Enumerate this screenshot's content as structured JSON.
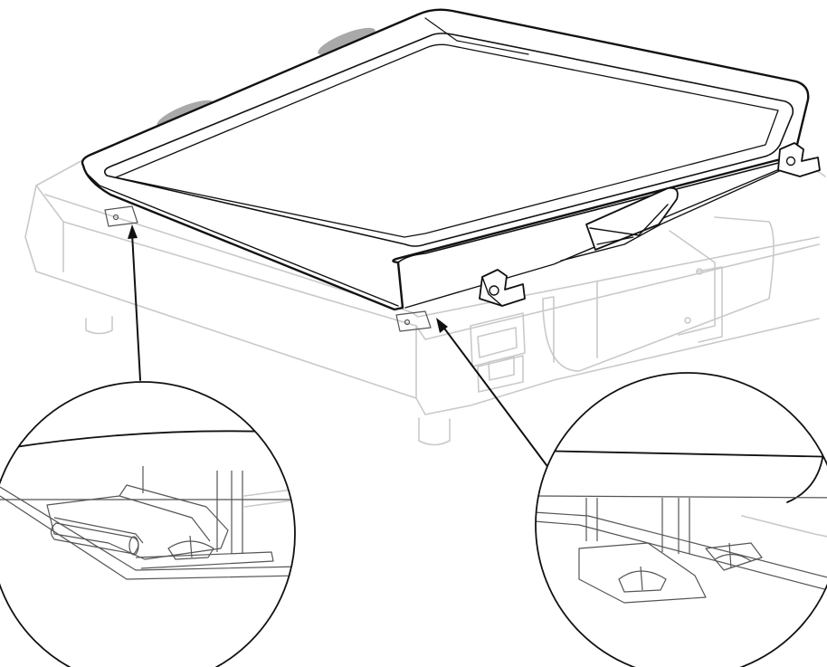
{
  "figure": {
    "kind": "technical line illustration",
    "callouts": [
      "left-corner-detail",
      "right-corner-detail"
    ],
    "colors": {
      "ink": "#111111",
      "ghost": "#c9c9c9",
      "pad": "#a9a9a9",
      "background": "#ffffff"
    }
  }
}
